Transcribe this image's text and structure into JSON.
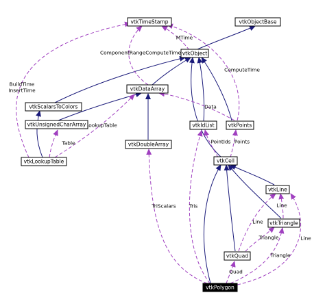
{
  "colors": {
    "inheritance_edge": "#1a1a7a",
    "member_edge": "#a040c0",
    "highlight_fill": "#000000",
    "highlight_text": "#ffffff"
  },
  "nodes": {
    "vtkTimeStamp": "vtkTimeStamp",
    "vtkObjectBase": "vtkObjectBase",
    "vtkObject": "vtkObject",
    "vtkDataArray": "vtkDataArray",
    "vtkScalarsToColors": "vtkScalarsToColors",
    "vtkUnsignedCharArray": "vtkUnsignedCharArray",
    "vtkIdList": "vtkIdList",
    "vtkPoints": "vtkPoints",
    "vtkLookupTable": "vtkLookupTable",
    "vtkDoubleArray": "vtkDoubleArray",
    "vtkCell": "vtkCell",
    "vtkLine": "vtkLine",
    "vtkTriangle": "vtkTriangle",
    "vtkQuad": "vtkQuad",
    "vtkPolygon": "vtkPolygon"
  },
  "edge_labels": {
    "mtime": "MTime",
    "component_range": "ComponentRangeComputeTime",
    "compute_time": "ComputeTime",
    "build_time": "BuildTime",
    "insert_time": "InsertTime",
    "data": "Data",
    "lookup_table": "LookupTable",
    "table": "Table",
    "point_ids": "PointIds",
    "points": "Points",
    "tri_scalars": "TriScalars",
    "tris": "Tris",
    "line_triangle": "Line",
    "line_quad": "Line",
    "line_polygon": "Line",
    "triangle_quad": "Triangle",
    "triangle_polygon": "Triangle",
    "quad": "Quad"
  }
}
